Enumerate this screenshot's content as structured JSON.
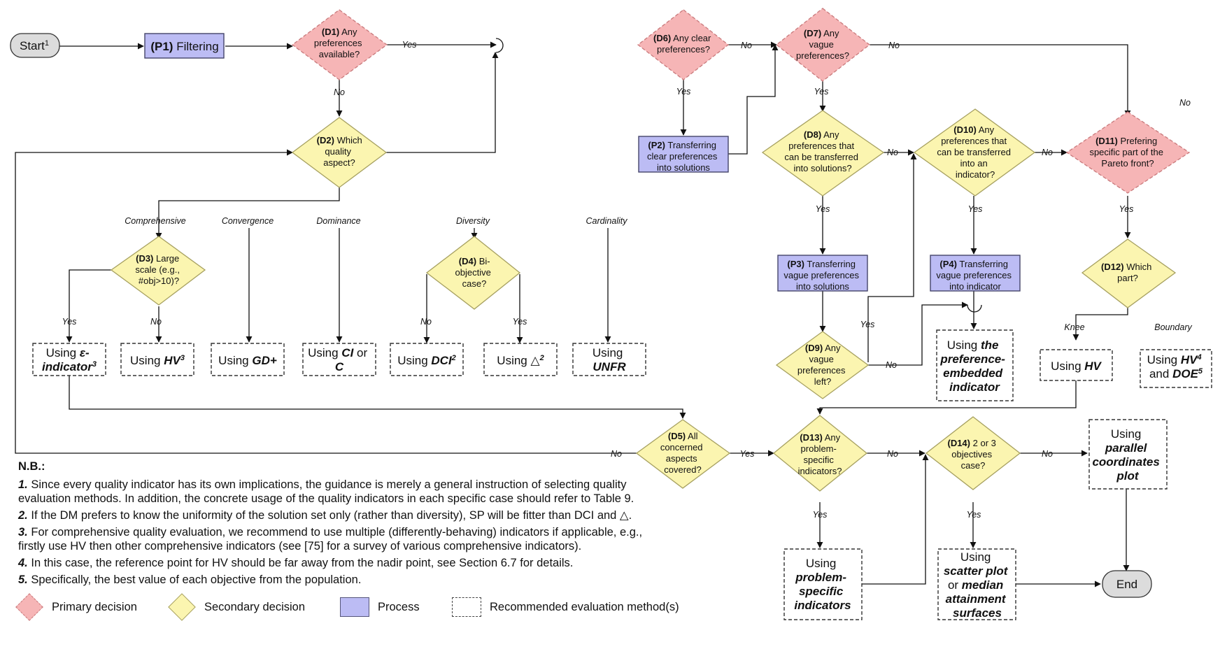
{
  "nodes": {
    "start": {
      "line1": "Start",
      "sup": "1"
    },
    "p1": {
      "tag": "(P1)",
      "text": "Filtering"
    },
    "d1": {
      "tag": "(D1)",
      "l1": "Any",
      "l2": "preferences",
      "l3": "available?"
    },
    "d2": {
      "tag": "(D2)",
      "l1": "Which",
      "l2": "quality",
      "l3": "aspect?"
    },
    "d3": {
      "tag": "(D3)",
      "l1": "Large",
      "l2": "scale (e.g.,",
      "l3": "#obj>10)?"
    },
    "d4": {
      "tag": "(D4)",
      "l1": "Bi-",
      "l2": "objective",
      "l3": "case?"
    },
    "d5": {
      "tag": "(D5)",
      "l1": "All",
      "l2": "concerned",
      "l3": "aspects",
      "l4": "covered?"
    },
    "d6": {
      "tag": "(D6)",
      "l1": "Any clear",
      "l2": "preferences?"
    },
    "d7": {
      "tag": "(D7)",
      "l1": "Any",
      "l2": "vague",
      "l3": "preferences?"
    },
    "d8": {
      "tag": "(D8)",
      "l1": "Any",
      "l2": "preferences that",
      "l3": "can be transferred",
      "l4": "into solutions?"
    },
    "d9": {
      "tag": "(D9)",
      "l1": "Any",
      "l2": "vague",
      "l3": "preferences",
      "l4": "left?"
    },
    "d10": {
      "tag": "(D10)",
      "l1": "Any",
      "l2": "preferences that",
      "l3": "can be transferred",
      "l4": "into an",
      "l5": "indicator?"
    },
    "d11": {
      "tag": "(D11)",
      "l1": "Prefering",
      "l2": "specific part of the",
      "l3": "Pareto front?"
    },
    "d12": {
      "tag": "(D12)",
      "l1": "Which",
      "l2": "part?"
    },
    "d13": {
      "tag": "(D13)",
      "l1": "Any",
      "l2": "problem-",
      "l3": "specific",
      "l4": "indicators?"
    },
    "d14": {
      "tag": "(D14)",
      "l1": "2 or 3",
      "l2": "objectives",
      "l3": "case?"
    },
    "p2": {
      "tag": "(P2)",
      "l1": "Transferring",
      "l2": "clear preferences",
      "l3": "into solutions"
    },
    "p3": {
      "tag": "(P3)",
      "l1": "Transferring",
      "l2": "vague preferences",
      "l3": "into solutions"
    },
    "p4": {
      "tag": "(P4)",
      "l1": "Transferring",
      "l2": "vague preferences",
      "l3": "into indicator"
    },
    "m_eps": {
      "using": "Using",
      "b1": "ε-",
      "b2": "indicator",
      "sup": "3"
    },
    "m_hv3": {
      "using": "Using",
      "b": "HV",
      "sup": "3"
    },
    "m_gd": {
      "using": "Using",
      "b": "GD+"
    },
    "m_ci": {
      "using": "Using",
      "b1": "CI",
      "or": "or",
      "b2": "C"
    },
    "m_dci": {
      "using": "Using",
      "b": "DCI",
      "sup": "2"
    },
    "m_delta": {
      "using": "Using",
      "b": "△",
      "sup": "2"
    },
    "m_unfr": {
      "using": "Using",
      "b": "UNFR"
    },
    "m_pref": {
      "using": "Using",
      "b1": "the",
      "b2": "preference-",
      "b3": "embedded",
      "b4": "indicator"
    },
    "m_hv_knee": {
      "using": "Using",
      "b": "HV"
    },
    "m_hv_boundary": {
      "using": "Using",
      "b": "HV",
      "sup": "4",
      "and": "and",
      "b2": "DOE",
      "sup2": "5"
    },
    "m_pcp": {
      "using": "Using",
      "b1": "parallel",
      "b2": "coordinates",
      "b3": "plot"
    },
    "m_prob": {
      "using": "Using",
      "b1": "problem-",
      "b2": "specific",
      "b3": "indicators"
    },
    "m_scatter": {
      "using": "Using",
      "b1": "scatter plot",
      "or": "or",
      "b2": "median",
      "b3": "attainment",
      "b4": "surfaces"
    },
    "end": {
      "text": "End"
    }
  },
  "edge_labels": {
    "yes": "Yes",
    "no": "No",
    "comprehensive": "Comprehensive",
    "convergence": "Convergence",
    "dominance": "Dominance",
    "diversity": "Diversity",
    "cardinality": "Cardinality",
    "knee": "Knee",
    "boundary": "Boundary"
  },
  "notes": {
    "title": "N.B.:",
    "n1_num": "1.",
    "n1": "Since every quality indicator has its own implications, the guidance is merely a general instruction of selecting quality evaluation methods. In addition, the concrete usage of the quality indicators in each specific case should refer to Table 9.",
    "n2_num": "2.",
    "n2": "If the DM prefers to know the uniformity of the solution set only (rather than diversity), SP will be fitter than DCI and △.",
    "n3_num": "3.",
    "n3": "For comprehensive quality evaluation, we recommend to use multiple (differently-behaving) indicators if applicable, e.g., firstly use HV then other comprehensive indicators (see [75] for a survey of various comprehensive indicators).",
    "n4_num": "4.",
    "n4": "In this case, the reference point for HV should be far away from the nadir point, see Section 6.7 for details.",
    "n5_num": "5.",
    "n5": "Specifically, the best value of each objective from the population."
  },
  "legend": {
    "primary": "Primary decision",
    "secondary": "Secondary decision",
    "process": "Process",
    "method": "Recommended evaluation method(s)"
  },
  "colors": {
    "primary_fill": "#f6b5b6",
    "secondary_fill": "#fbf5b0",
    "process_fill": "#bcbcf4",
    "terminal_fill": "#dcdcdc"
  }
}
